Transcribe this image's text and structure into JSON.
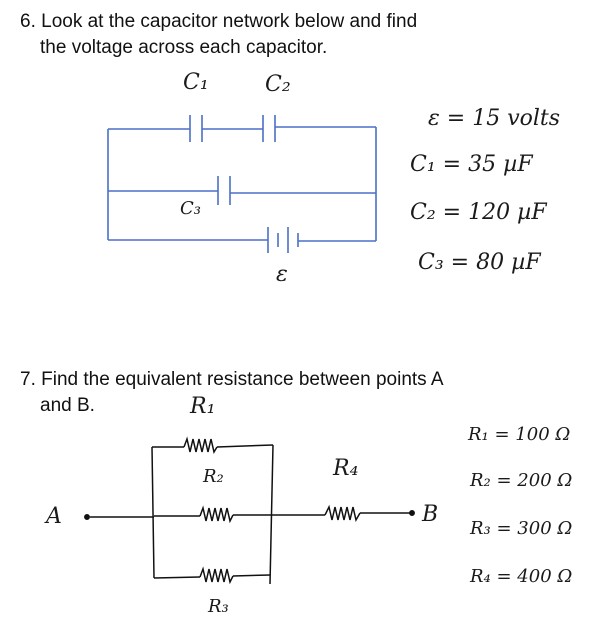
{
  "problem6": {
    "number": "6.",
    "line1": "Look at the capacitor network below and find",
    "line2": "the voltage across each capacitor.",
    "labels": {
      "c1": "C₁",
      "c2": "C₂",
      "c3": "C₃",
      "emf": "ε"
    },
    "givens": [
      "ε = 15 volts",
      "C₁ = 35 µF",
      "C₂ = 120 µF",
      "C₃ = 80 µF"
    ],
    "colors": {
      "wire": "#4a6fc7"
    }
  },
  "problem7": {
    "number": "7.",
    "line1": "Find the equivalent resistance between points A",
    "line2": "and B.",
    "labels": {
      "r1": "R₁",
      "r2": "R₂",
      "r3": "R₃",
      "r4": "R₄",
      "a": "A",
      "b": "B"
    },
    "givens": [
      "R₁ = 100 Ω",
      "R₂ = 200 Ω",
      "R₃ = 300 Ω",
      "R₄ = 400 Ω"
    ],
    "colors": {
      "wire": "#111111"
    }
  }
}
